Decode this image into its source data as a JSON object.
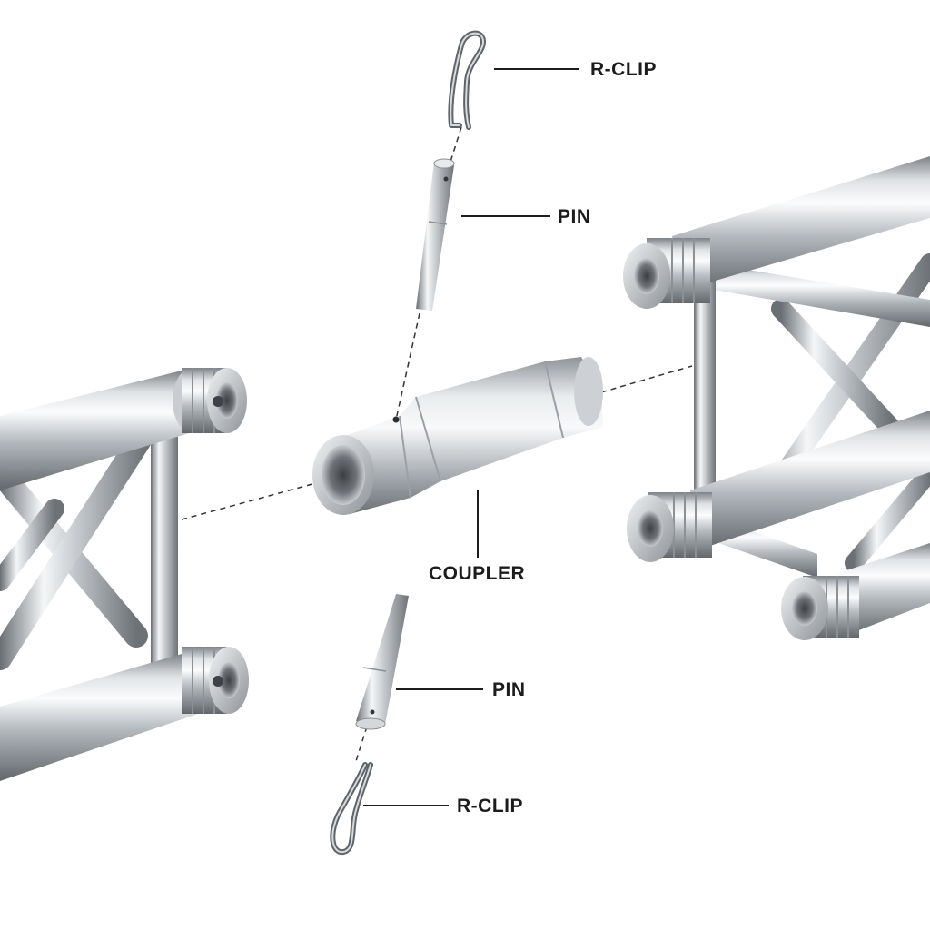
{
  "labels": {
    "r_clip_top": "R-CLIP",
    "pin_top": "PIN",
    "coupler": "COUPLER",
    "pin_bottom": "PIN",
    "r_clip_bottom": "R-CLIP"
  },
  "colors": {
    "metal_dark": "#6e7378",
    "metal_mid": "#b4b9be",
    "metal_light": "#eef0f2",
    "label_text": "#1c1c1c",
    "background": "#ffffff"
  }
}
